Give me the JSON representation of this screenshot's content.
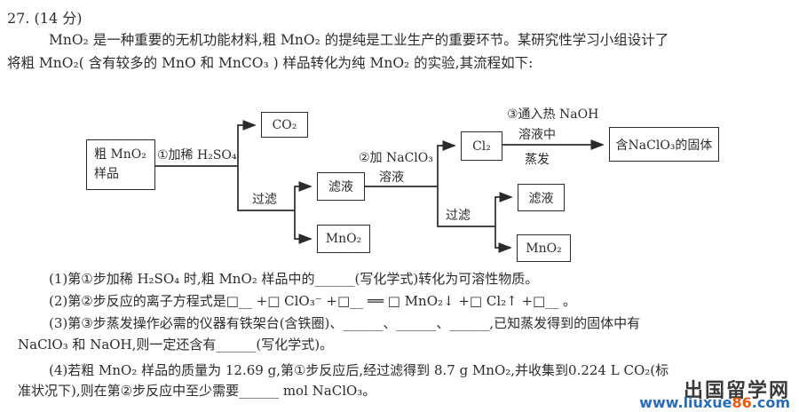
{
  "colors": {
    "text": "#2b2b2b",
    "watermark_name": "#3a3a3a",
    "watermark_url_blue": "#2a6db5",
    "watermark_url_orange": "#e8590c"
  },
  "header": {
    "question_number": "27. (14 分)",
    "intro_line1": "MnO₂ 是一种重要的无机功能材料,粗 MnO₂ 的提纯是工业生产的重要环节。某研究性学习小组设计了",
    "intro_line2": "将粗 MnO₂( 含有较多的 MnO 和 MnCO₃ ) 样品转化为纯 MnO₂ 的实验,其流程如下:"
  },
  "flowchart": {
    "boxes": {
      "crude_line1": "粗 MnO₂",
      "crude_line2": "样品",
      "co2": "CO₂",
      "filtrate1": "滤液",
      "mno2_a": "MnO₂",
      "cl2": "Cl₂",
      "filtrate2": "滤液",
      "mno2_b": "MnO₂",
      "product": "含NaClO₃的固体"
    },
    "labels": {
      "step1": "①加稀 H₂SO₄",
      "filter1": "过滤",
      "step2_line1": "②加 NaClO₃",
      "step2_line2": "溶液",
      "filter2": "过滤",
      "step3_line1": "③通入热 NaOH",
      "step3_line2": "溶液中",
      "step3_line3": "蒸发"
    }
  },
  "questions": {
    "q1": "(1)第①步加稀 H₂SO₄ 时,粗 MnO₂ 样品中的______(写化学式)转化为可溶性物质。",
    "q2": "(2)第②步反应的离子方程式是□__ +□ ClO₃⁻ +□__ ══ □ MnO₂↓ +□ Cl₂↑ +□__ 。",
    "q3_line1": "(3)第③步蒸发操作必需的仪器有铁架台(含铁圈)、______、______、______,已知蒸发得到的固体中有",
    "q3_line2": "NaClO₃ 和 NaOH,则一定还含有______(写化学式)。",
    "q4_line1": "(4)若粗 MnO₂ 样品的质量为 12.69 g,第①步反应后,经过滤得到 8.7 g MnO₂,并收集到0.224 L CO₂(标",
    "q4_line2": "准状况下),则在第②步反应中至少需要______ mol NaClO₃。"
  },
  "watermark": {
    "site_name": "出国留学网",
    "url_prefix": "www.liuxue",
    "url_num": "86",
    "url_suffix": ".com"
  }
}
